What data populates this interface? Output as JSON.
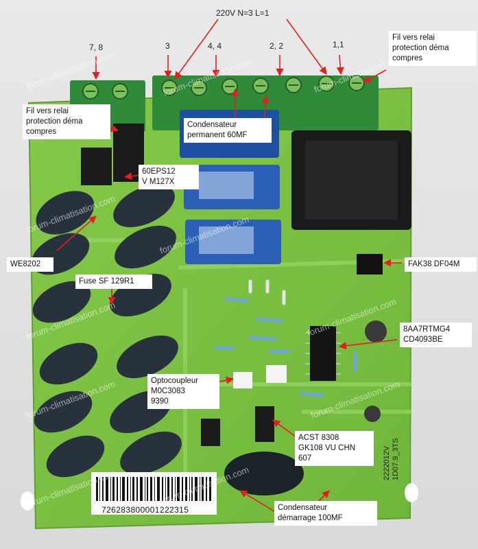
{
  "labels": {
    "top_voltage": "220V N=3 L=1",
    "term_78": "7, 8",
    "term_3": "3",
    "term_44": "4, 4",
    "term_22": "2, 2",
    "term_11": "1,1",
    "fil_right": "Fil vers relai\nprotection déma\ncompres",
    "fil_left": "Fil vers relai\nprotection déma\ncompres",
    "condensateur_perm": "Condensateur\npermanent 60MF",
    "eps": "60EPS12\nV M127X",
    "we": "WE8202",
    "fuse": "Fuse SF 129R1",
    "fak": "FAK38 DF04M",
    "chip": "8AA7RTMG4\nCD4093BE",
    "opto": "Optocoupleur\nM0C3083\n9390",
    "acst": "ACST 8308\nGK108 VU CHN\n607",
    "cond_dem": "Condensateur\ndémarrage 100MF",
    "barcode": "726283800001222315",
    "board_id": "2222012V\n1D07.9_3TS"
  },
  "watermark": "forum-climatisation.com",
  "colors": {
    "pcb": "#7cc243",
    "terminal": "#2f8a3a",
    "relay": "#1f4fa0",
    "varistor": "#28323d",
    "transformer": "#1a1a1a",
    "arrow": "#e02020"
  }
}
